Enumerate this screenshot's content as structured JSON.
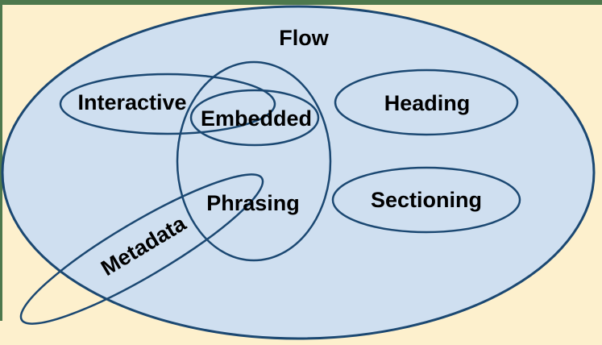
{
  "diagram": {
    "description": "Euler diagram of HTML content categories",
    "labels": {
      "flow": "Flow",
      "interactive": "Interactive",
      "embedded": "Embedded",
      "heading": "Heading",
      "phrasing": "Phrasing",
      "sectioning": "Sectioning",
      "metadata": "Metadata"
    },
    "colors": {
      "frame_border": "#4d784d",
      "canvas_background": "#fdf0cd",
      "flow_fill": "#cfdff0",
      "set_outline": "#1b4872",
      "label_text": "#000000"
    }
  }
}
